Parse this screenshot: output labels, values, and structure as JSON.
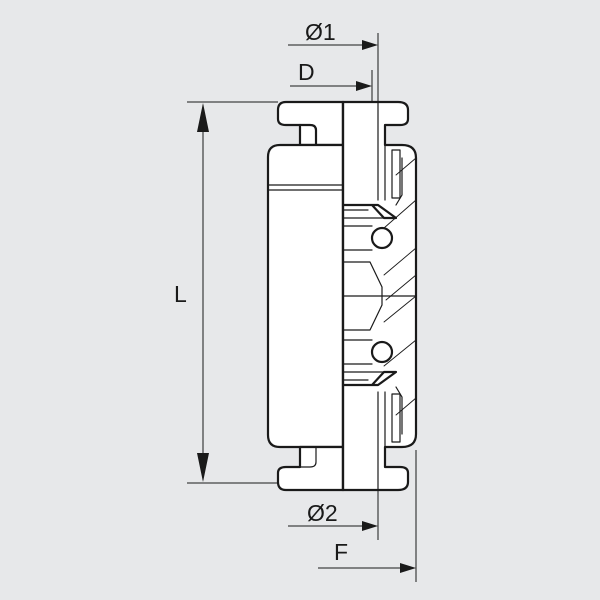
{
  "colors": {
    "background": "#e7e8ea",
    "line": "#1a1a1a",
    "part": "#ffffff"
  },
  "dimensions": {
    "d1": "Ø1",
    "d": "D",
    "l": "L",
    "d2": "Ø2",
    "f": "F"
  }
}
